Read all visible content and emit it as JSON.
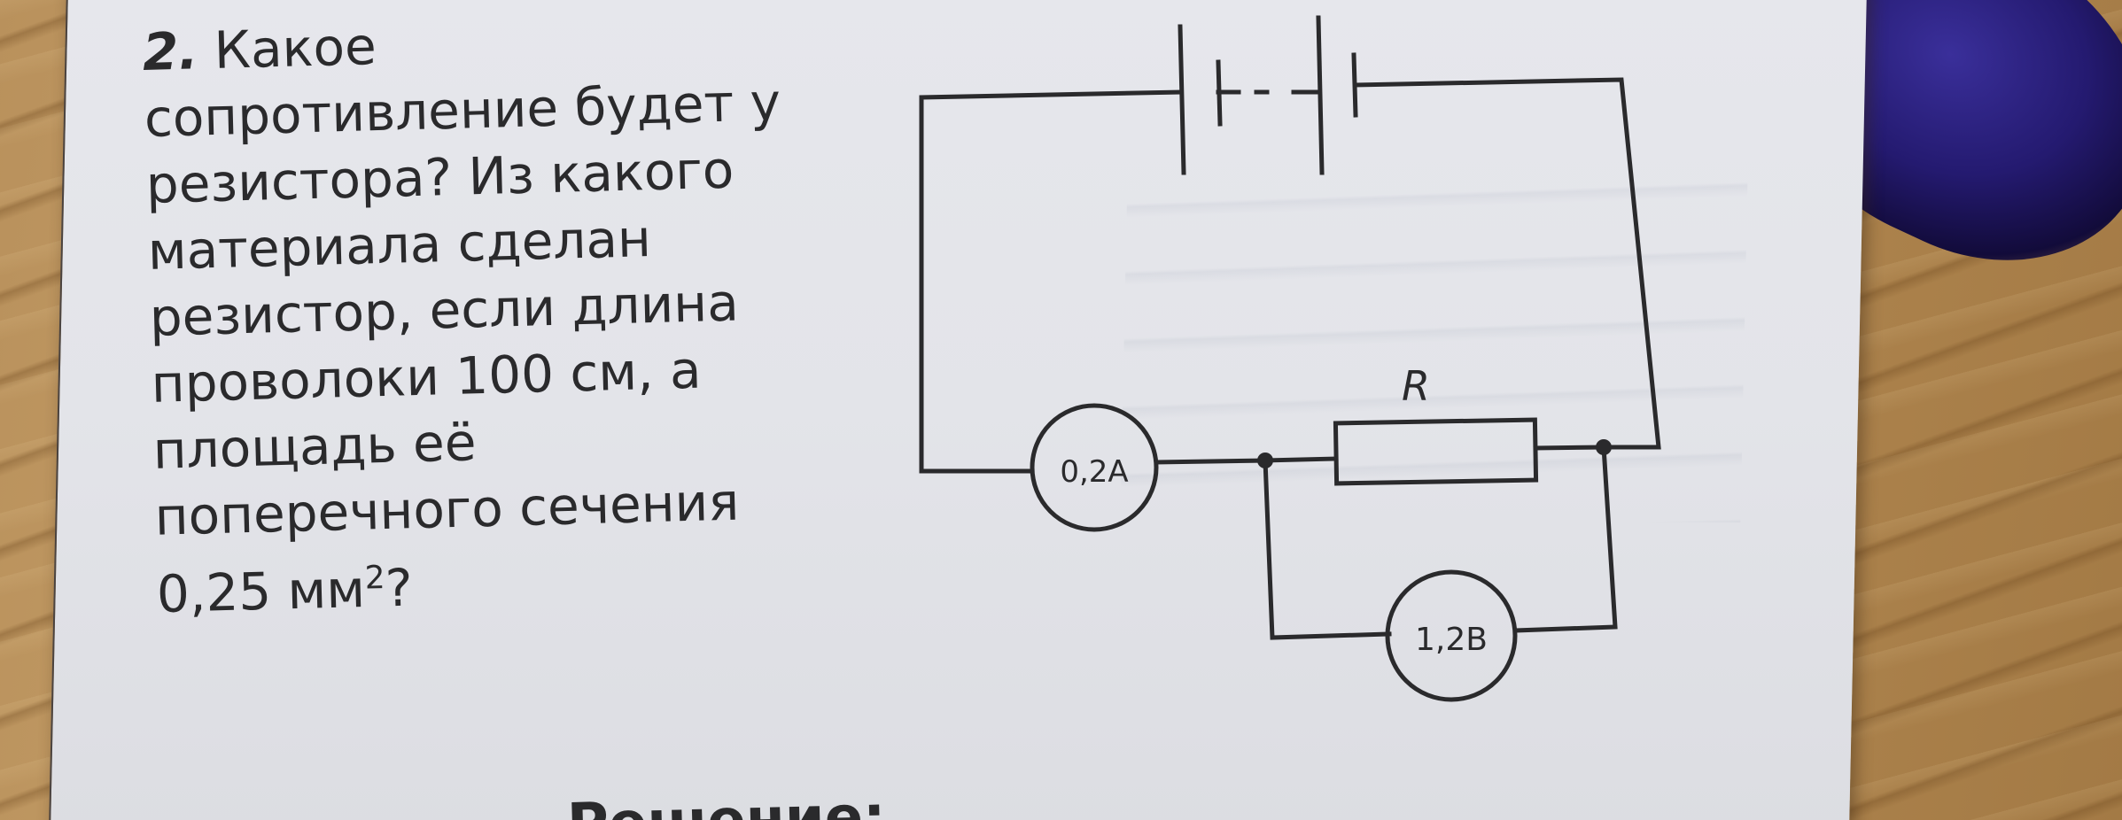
{
  "question": {
    "number": "2.",
    "lines": [
      "Какое",
      "сопротивление будет у",
      "резистора? Из какого",
      "материала сделан",
      "резистор, если длина",
      "проволоки 100 см, а",
      "площадь её",
      "поперечного сечения"
    ],
    "last_line": "0,25 мм",
    "last_line_sup": "2",
    "last_line_end": "?"
  },
  "circuit": {
    "resistor_label": "R",
    "ammeter_label": "0,2A",
    "voltmeter_label": "1,2B"
  },
  "bottom_partial_text": "Решение:",
  "colors": {
    "ink": "#2a2a2c",
    "paper": "#e4e5ea",
    "wood": "#c09a62",
    "pen": "#2a1f80"
  }
}
